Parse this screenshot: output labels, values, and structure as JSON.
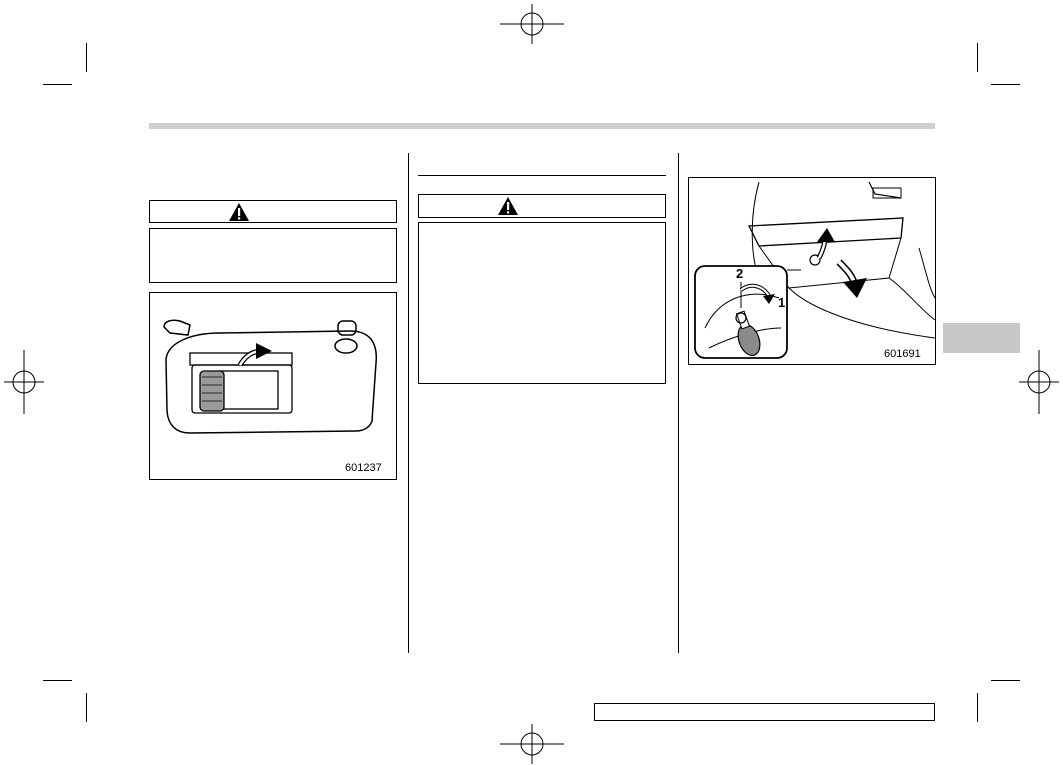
{
  "page": {
    "figures": [
      {
        "code": "601237",
        "subject": "sun-visor-vanity-mirror"
      },
      {
        "code": "601691",
        "subject": "glove-box-lock"
      }
    ],
    "glovebox_callouts": [
      "2",
      "1"
    ],
    "icons": {
      "warning": "warning-triangle-icon",
      "registration": "registration-mark-icon"
    },
    "colors": {
      "header_bar": "#cfcfcf",
      "side_tab": "#c8c8c8",
      "ink": "#000000"
    }
  }
}
